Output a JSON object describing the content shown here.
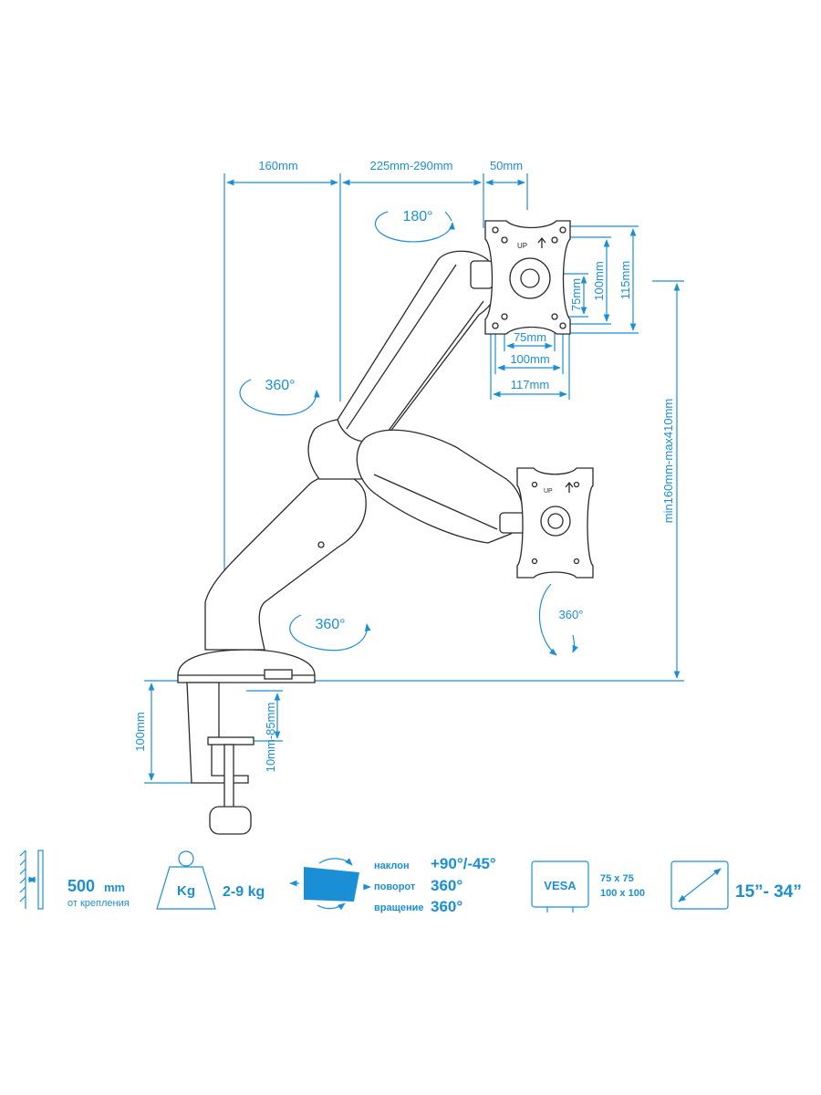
{
  "dimensions": {
    "base_offset": "160mm",
    "arm_reach": "225mm-290mm",
    "plate_depth": "50mm",
    "vesa_75_h": "75mm",
    "vesa_100_h": "100mm",
    "plate_115": "115mm",
    "vesa_75_w": "75mm",
    "vesa_100_w": "100mm",
    "plate_117": "117mm",
    "height_range": "min160mm-max410mm",
    "clamp_height": "100mm",
    "desk_thickness": "10mm-85mm"
  },
  "rotations": {
    "top": "180°",
    "arm": "360°",
    "base": "360°",
    "screen": "360°"
  },
  "plate_label": "UP",
  "specs": {
    "reach": {
      "value": "500",
      "unit": "mm",
      "caption": "от крепления"
    },
    "weight": {
      "icon_label": "Kg",
      "value": "2-9 kg"
    },
    "motion": [
      {
        "label": "наклон",
        "value": "+90°/-45°"
      },
      {
        "label": "поворот",
        "value": "360°"
      },
      {
        "label": "вращение",
        "value": "360°"
      }
    ],
    "vesa": {
      "icon_label": "VESA",
      "line1": "75 x 75",
      "line2": "100 x 100"
    },
    "screen_size": {
      "value": "15”- 34”"
    }
  },
  "colors": {
    "accent": "#1b8fd6",
    "line": "#2a2a2a"
  }
}
